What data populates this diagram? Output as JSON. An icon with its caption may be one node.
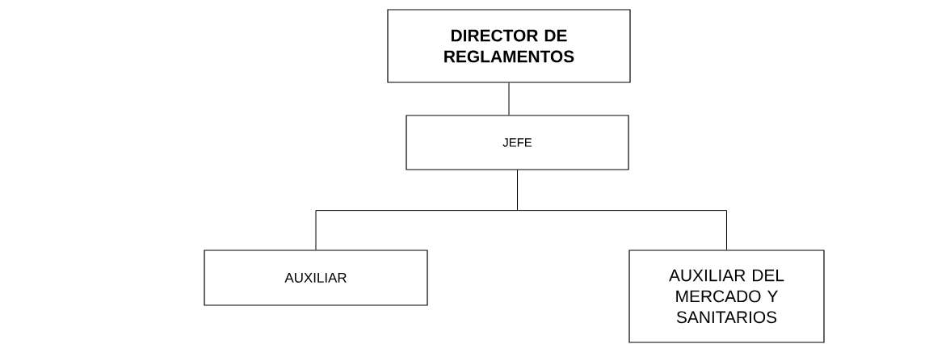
{
  "diagram": {
    "nodes": [
      {
        "text": [
          "DIRECTOR DE REGLAMENTOS"
        ]
      },
      {
        "text": [
          "JEFE"
        ]
      },
      {
        "text": [
          "AUXILIAR"
        ]
      },
      {
        "text": [
          "AUXILIAR DEL MERCADO Y SANITARIOS"
        ]
      }
    ],
    "edges": [
      {
        "from": 0,
        "to": 1,
        "arrow": "none"
      },
      {
        "from": 1,
        "to": 2,
        "arrow": "none"
      },
      {
        "from": 1,
        "to": 3,
        "arrow": "none"
      }
    ]
  }
}
